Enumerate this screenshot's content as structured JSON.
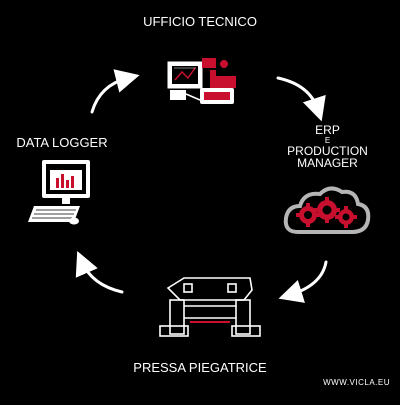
{
  "stages": {
    "top": "UFFICIO TECNICO",
    "right_line1": "ERP",
    "right_line2": "E",
    "right_line3": "PRODUCTION",
    "right_line4": "MANAGER",
    "bottom": "PRESSA PIEGATRICE",
    "left": "DATA LOGGER"
  },
  "website": "WWW.VICLA.EU",
  "colors": {
    "background": "#000000",
    "text": "#ffffff",
    "accent": "#c8102e",
    "icon_gray": "#b5b5b5"
  },
  "icons": {
    "top": "office-drawing-tools-icon",
    "right": "cloud-gears-icon",
    "bottom": "press-brake-machine-icon",
    "left": "computer-monitor-icon"
  }
}
